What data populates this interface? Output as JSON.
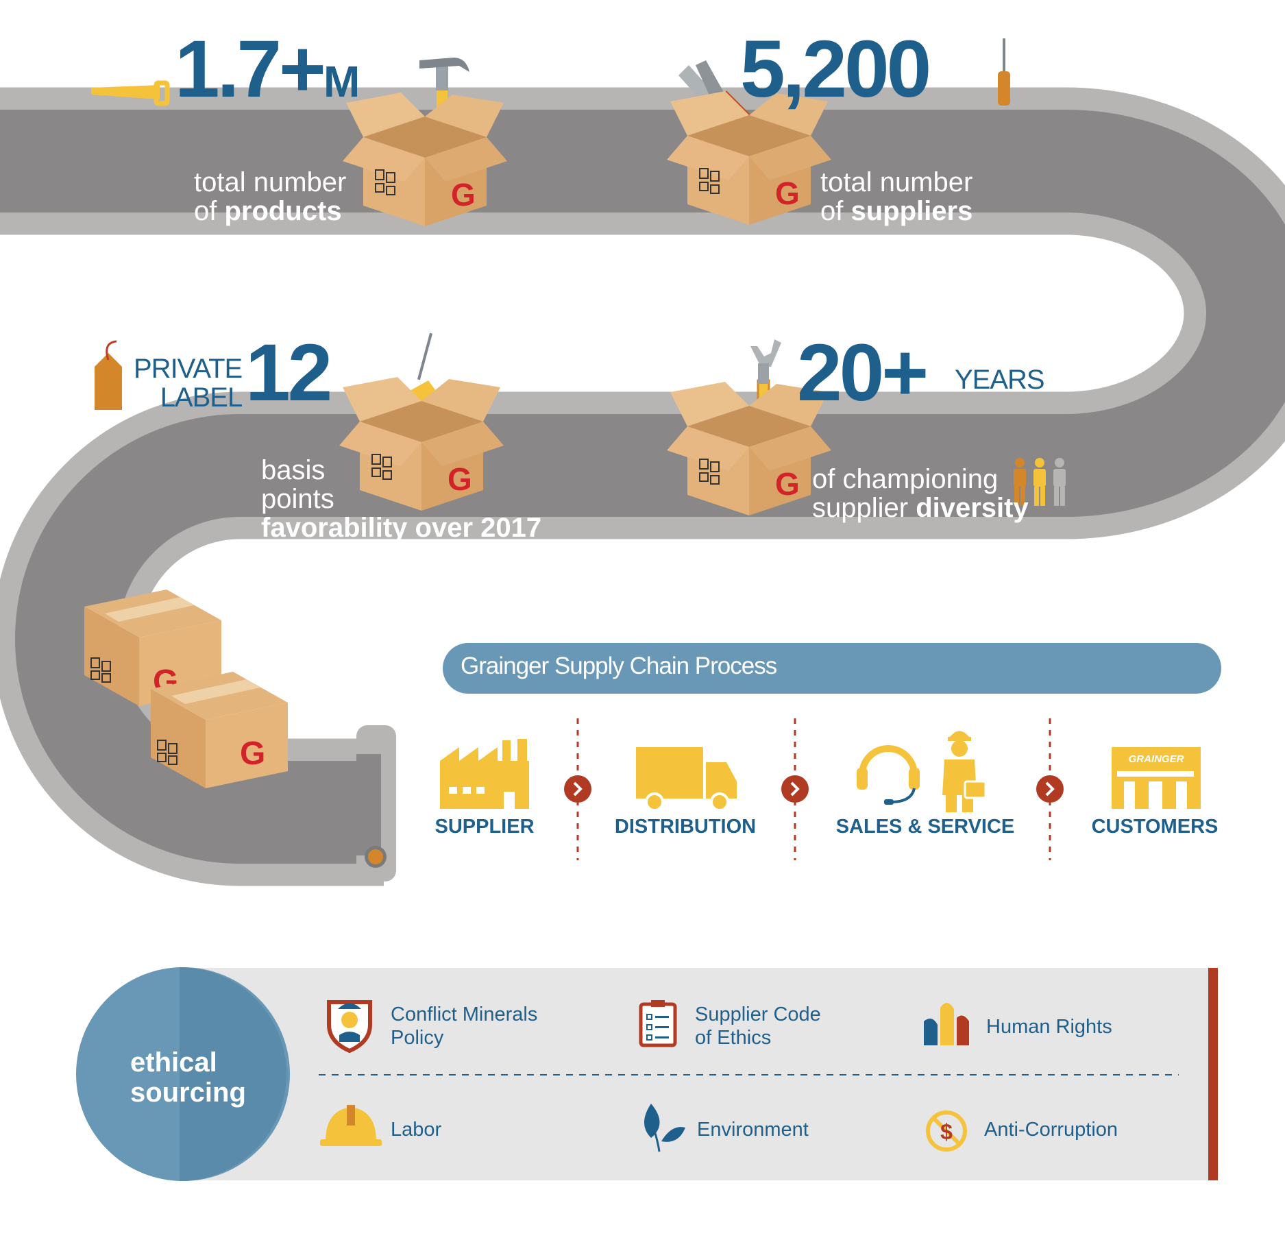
{
  "stats": {
    "products": {
      "value": "1.7+",
      "unit": "M",
      "line1": "total number",
      "line2_prefix": "of ",
      "line2_bold": "products"
    },
    "suppliers": {
      "value": "5,200",
      "line1": "total number",
      "line2_prefix": "of ",
      "line2_bold": "suppliers"
    },
    "private_label": {
      "label_line1": "PRIVATE",
      "label_line2": "LABEL",
      "value": "12",
      "line1": "basis",
      "line2": "points",
      "line3_bold": "favorability over 2017"
    },
    "years": {
      "value": "20+",
      "unit": "YEARS",
      "line1": "of championing",
      "line2_prefix": "supplier ",
      "line2_bold": "diversity"
    }
  },
  "supply_chain": {
    "title": "Grainger Supply Chain Process",
    "steps": [
      {
        "label": "SUPPLIER",
        "icon": "factory-icon"
      },
      {
        "label": "DISTRIBUTION",
        "icon": "truck-icon"
      },
      {
        "label": "SALES & SERVICE",
        "icon": "headset-worker-icon"
      },
      {
        "label": "CUSTOMERS",
        "icon": "storefront-icon"
      }
    ],
    "store_sign": "GRAINGER"
  },
  "box_logo": "G",
  "ethical_sourcing": {
    "title_line1": "ethical",
    "title_line2": "sourcing",
    "items": [
      {
        "line1": "Conflict Minerals",
        "line2": "Policy",
        "icon": "shield-worker-icon"
      },
      {
        "line1": "Supplier Code",
        "line2": "of Ethics",
        "icon": "checklist-icon"
      },
      {
        "line1": "Human Rights",
        "line2": "",
        "icon": "raised-hands-icon"
      },
      {
        "line1": "Labor",
        "line2": "",
        "icon": "hard-hat-icon"
      },
      {
        "line1": "Environment",
        "line2": "",
        "icon": "leaf-icon"
      },
      {
        "line1": "Anti-Corruption",
        "line2": "",
        "icon": "no-money-icon"
      }
    ]
  },
  "colors": {
    "brand_blue": "#1f5f8b",
    "road_dark": "#8a8788",
    "road_light": "#b6b5b4",
    "accent_yellow": "#f5c33b",
    "accent_orange": "#d4862a",
    "accent_red": "#b03a22",
    "banner_blue": "#6898b6",
    "panel_gray": "#e6e6e6"
  }
}
